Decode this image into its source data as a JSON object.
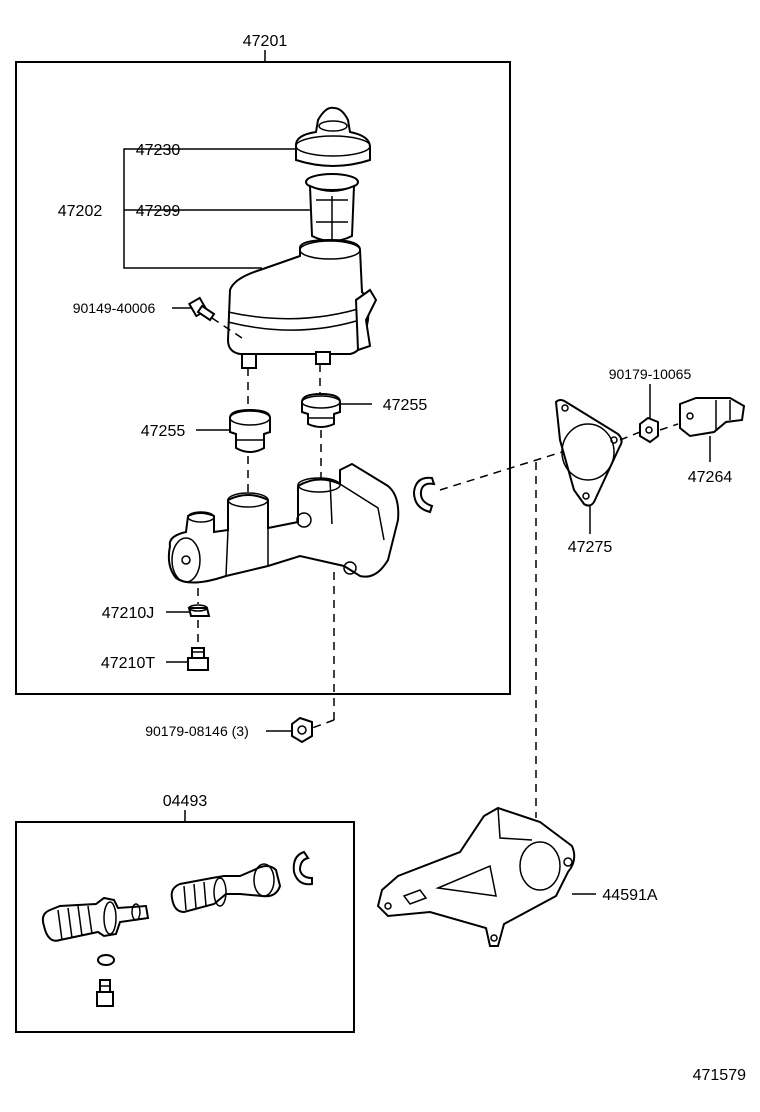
{
  "diagram_code": "471579",
  "parts": {
    "master_cylinder_assy": "47201",
    "reservoir_group": "47202",
    "reservoir_cap": "47230",
    "reservoir_strainer": "47299",
    "reservoir_screw": "90149-40006",
    "grommet_a": "47255",
    "grommet_b": "47255",
    "gasket": "47210J",
    "plug": "47210T",
    "nut_upper": "90179-10065",
    "bracket": "47264",
    "reservoir_gasket": "47275",
    "mount_nut": "90179-08146 (3)",
    "repair_kit": "04493",
    "mount_bracket": "44591A"
  }
}
